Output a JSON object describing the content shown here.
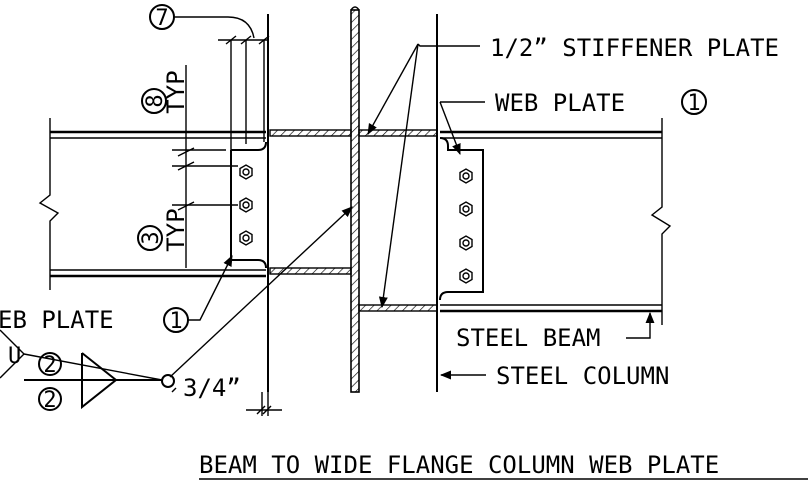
{
  "labels": {
    "stiffener": "1/2” STIFFENER PLATE",
    "web_plate_right": "WEB PLATE",
    "web_plate_right_ref": "1",
    "web_plate_left": "EB PLATE",
    "web_plate_left_ref": "1",
    "steel_beam": "STEEL BEAM",
    "steel_column": "STEEL COLUMN",
    "weld_size": "3/4”",
    "title": "BEAM TO WIDE FLANGE COLUMN WEB PLATE",
    "detail_7": "7",
    "detail_8": "8",
    "detail_3": "3",
    "typ_upper": "TYP",
    "typ_lower": "TYP",
    "weld_top": "2",
    "weld_bottom": "2",
    "weld_tail": "U"
  },
  "colors": {
    "line": "#000000",
    "background": "#ffffff"
  }
}
